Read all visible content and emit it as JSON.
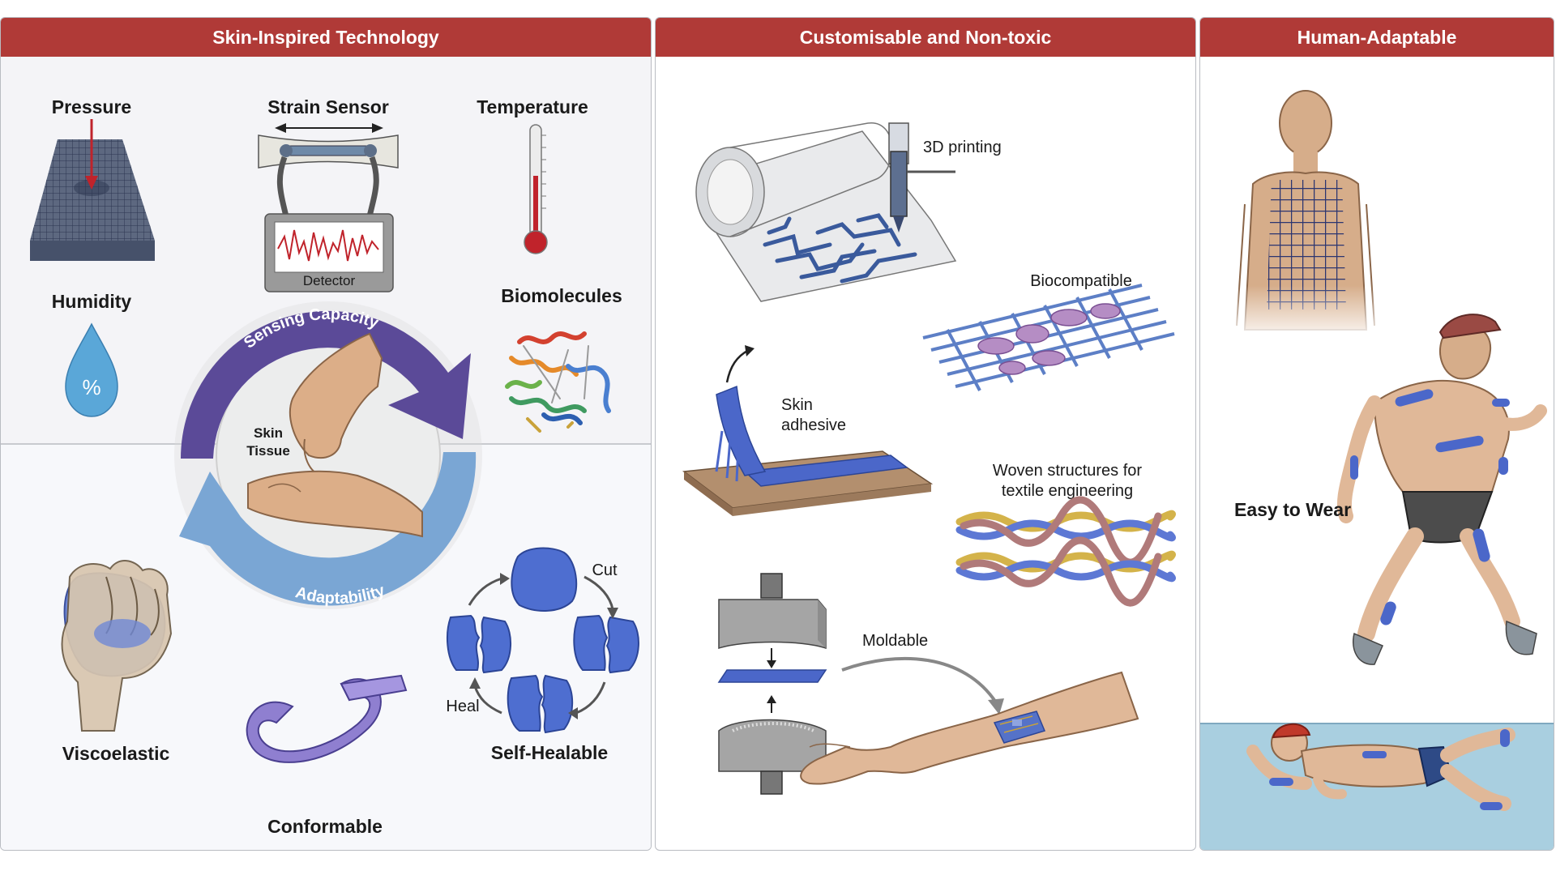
{
  "panels": {
    "skin": {
      "title": "Skin-Inspired Technology",
      "pressure": "Pressure",
      "strain_sensor": "Strain Sensor",
      "detector": "Detector",
      "temperature": "Temperature",
      "humidity": "Humidity",
      "humidity_symbol": "%",
      "biomolecules": "Biomolecules",
      "sensing_capacity": "Sensing Capacity",
      "adaptability": "Adaptability",
      "skin_tissue_line1": "Skin",
      "skin_tissue_line2": "Tissue",
      "viscoelastic": "Viscoelastic",
      "conformable": "Conformable",
      "self_healable": "Self-Healable",
      "cut": "Cut",
      "heal": "Heal"
    },
    "custom": {
      "title": "Customisable and Non-toxic",
      "printing": "3D printing",
      "biocompatible": "Biocompatible",
      "skin_adhesive_line1": "Skin",
      "skin_adhesive_line2": "adhesive",
      "woven_line1": "Woven structures for",
      "woven_line2": "textile engineering",
      "moldable": "Moldable"
    },
    "human": {
      "title": "Human-Adaptable",
      "easy_to_wear": "Easy to Wear"
    }
  },
  "colors": {
    "header": "#b03a37",
    "purple_arrow": "#5b4a98",
    "blue_arrow": "#7aa6d4",
    "patch_blue": "#4b67c9",
    "skin": "#e0b898",
    "water": "#a9cfe0"
  }
}
